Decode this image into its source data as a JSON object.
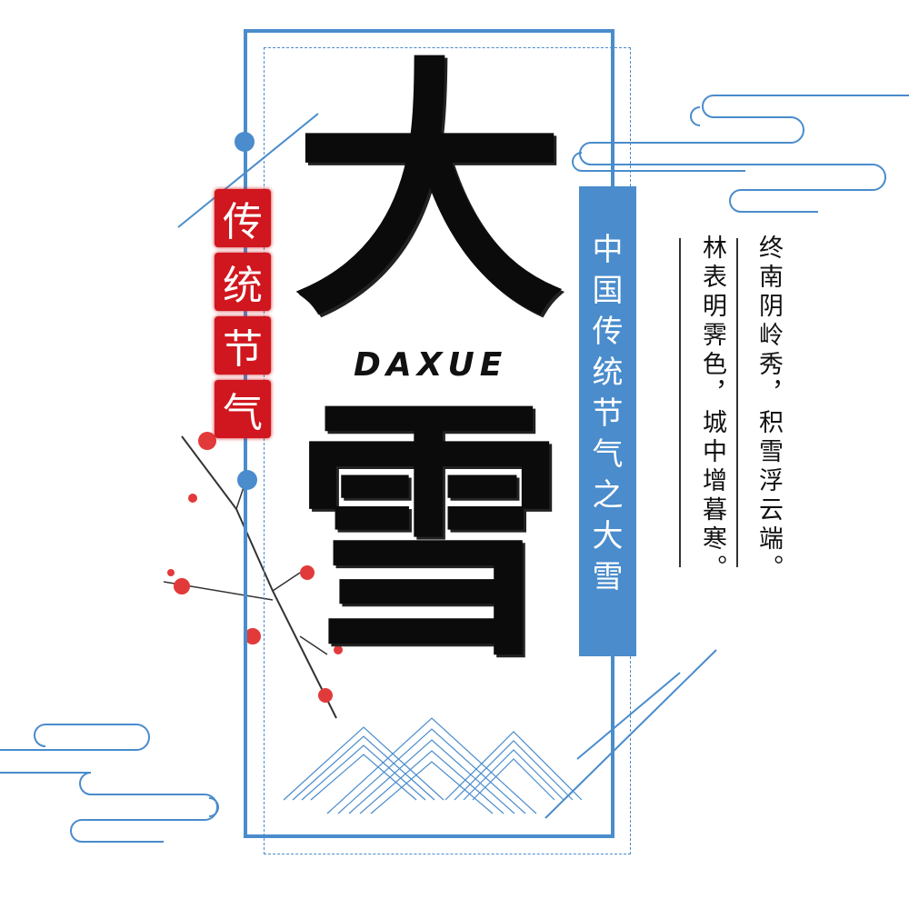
{
  "tag": {
    "chars": [
      "传",
      "统",
      "节",
      "气"
    ]
  },
  "title": {
    "char1": "大",
    "char2": "雪",
    "pinyin": "DAXUE"
  },
  "banner": {
    "chars": [
      "中",
      "国",
      "传",
      "统",
      "节",
      "气",
      "之",
      "大",
      "雪"
    ]
  },
  "poem": {
    "line1": "终南阴岭秀，积雪浮云端。",
    "line2": "林表明霁色，城中增暮寒。"
  },
  "colors": {
    "blue": "#4a8ccc",
    "red": "#d0161e",
    "ink": "#0b0b0b"
  }
}
